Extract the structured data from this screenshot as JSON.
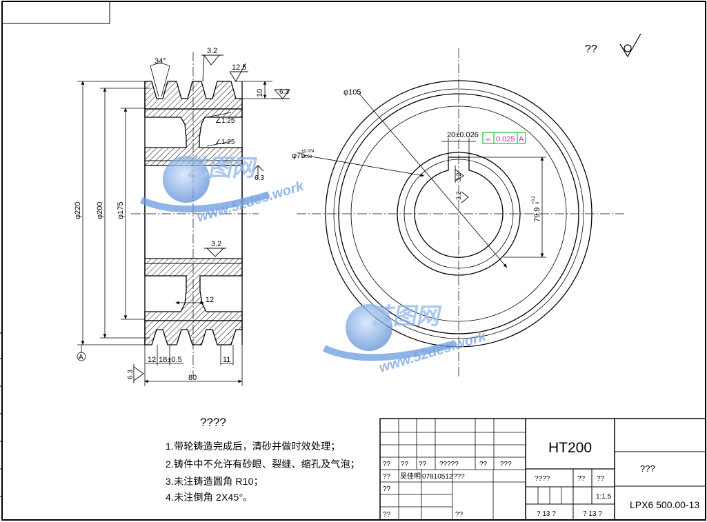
{
  "sheet": {
    "roughness_note": "??",
    "roughness_symbol": "general-roughness-symbol-icon"
  },
  "section_view": {
    "groove_angle": "34°",
    "top_roughness_1": "3.2",
    "top_roughness_2": "12.5",
    "groove_depth": "10",
    "side_roughness": "6.3",
    "taper_1": "∠1:25",
    "taper_2": "∠1:25",
    "bore_fit": "φ75",
    "bore_tol_upper": "+0.074",
    "bore_tol_lower": "+0.03",
    "inner_roughness": "6.3",
    "web_roughness": "3.2",
    "web_thickness": "12",
    "dia_outer": "φ220",
    "dia_pitch": "φ200",
    "dia_rim": "φ175",
    "dim_edge": "12",
    "dim_pitch": "18±0.5",
    "dim_groove": "11",
    "dim_width": "80",
    "left_roughness": "6.3",
    "datum_label": "A"
  },
  "front_view": {
    "dia_hub": "φ105",
    "keyway_width": "20±0.026",
    "sym_symbol": "⌯",
    "sym_tol": "0.025",
    "sym_datum": "A",
    "keyway_roughness": "3.2",
    "bottom_roughness": "3.2",
    "keyway_depth": "79.9",
    "keyway_depth_tol": "+0.2",
    "keyway_depth_tol_lower": "0"
  },
  "notes": {
    "title": "????",
    "items": [
      "1.带轮铸造完成后，清砂并做时效处理；",
      "2.铸件中不允许有砂眼、裂缝、缩孔及气泡；",
      "3.未注铸造圆角 R10；",
      "4.未注倒角 2X45°。"
    ]
  },
  "title_block": {
    "material": "HT200",
    "company": "???",
    "drawing_no": "LPX6 500.00-13",
    "row_labels": [
      "??",
      "??",
      "??",
      "?????",
      "??",
      "???"
    ],
    "designer": "吴佳明",
    "design_date": "07810512",
    "design_std": "???",
    "side_labels": [
      "??",
      "??",
      "??"
    ],
    "stage_label": "????",
    "weight_label": "??",
    "scale_label": "??",
    "scale_value": "1:1.5",
    "sheet_info_1": "? 13 ?",
    "sheet_info_2": "? 13 ?",
    "bottom_label": "??"
  },
  "watermark": {
    "brand": "艺图网",
    "url": "www.52des.work"
  }
}
